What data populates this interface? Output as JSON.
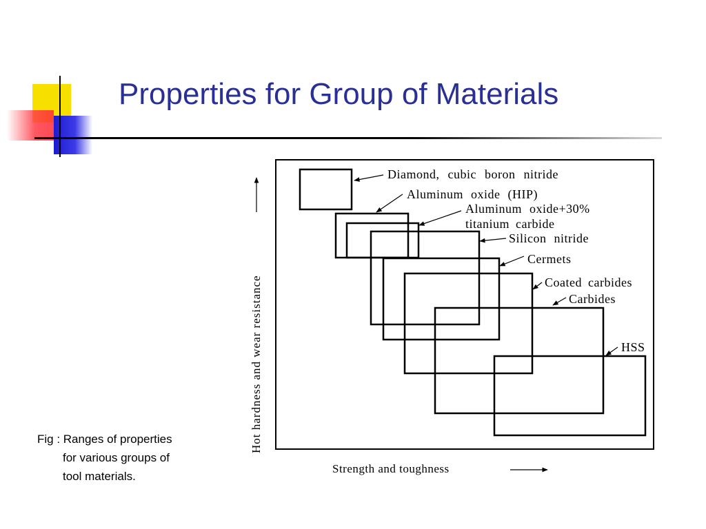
{
  "slide": {
    "title": "Properties for Group of Materials",
    "caption": {
      "line1": "Fig : Ranges of properties",
      "line2": "for various groups of",
      "line3": "tool materials."
    }
  },
  "figure": {
    "x_axis_label": "Strength and toughness",
    "y_axis_label": "Hot hardness and wear resistance",
    "labels": {
      "diamond": "Diamond, cubic boron nitride",
      "alox_hip": "Aluminum oxide (HIP)",
      "alox_tic_1": "Aluminum oxide+30%",
      "alox_tic_2": "titanium carbide",
      "silicon_nitride": "Silicon nitride",
      "cermets": "Cermets",
      "coated_carbides": "Coated carbides",
      "carbides": "Carbides",
      "hss": "HSS"
    }
  }
}
